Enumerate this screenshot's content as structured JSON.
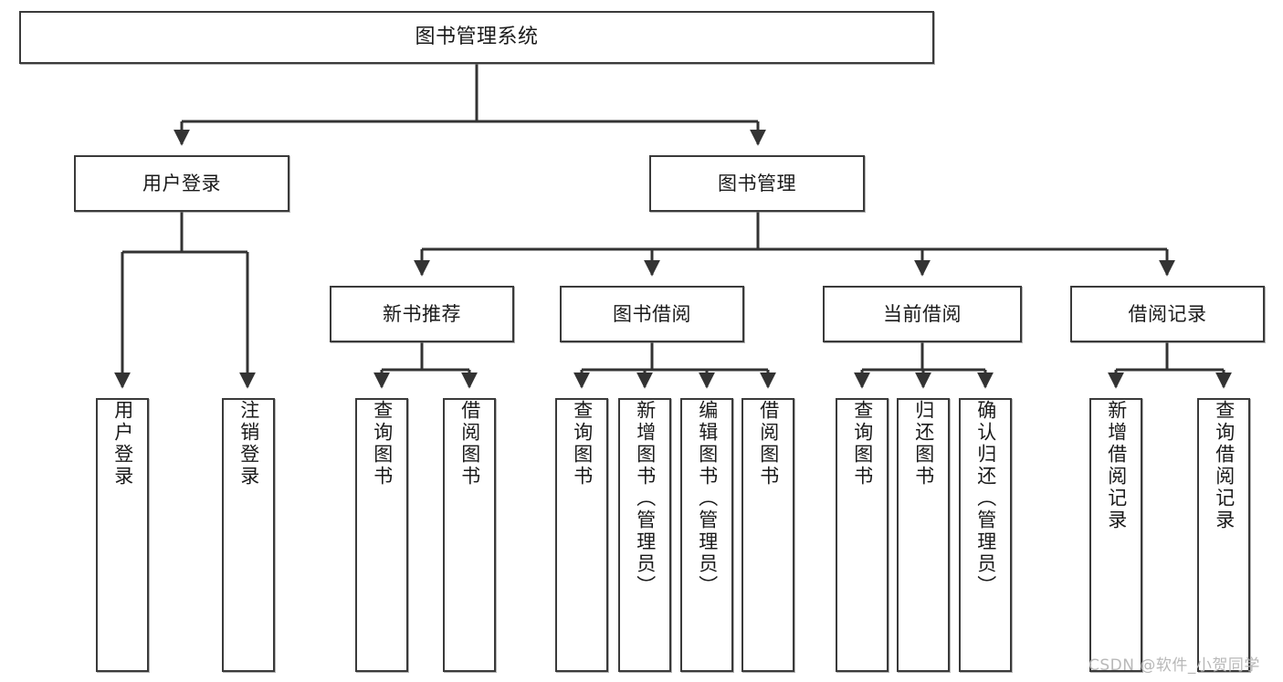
{
  "diagram": {
    "title_node": {
      "label": "图书管理系统"
    },
    "level2": [
      {
        "id": "user-login",
        "label": "用户登录"
      },
      {
        "id": "book-management",
        "label": "图书管理"
      }
    ],
    "level3": [
      {
        "id": "new-book-recommend",
        "label": "新书推荐"
      },
      {
        "id": "book-borrow",
        "label": "图书借阅"
      },
      {
        "id": "current-borrow",
        "label": "当前借阅"
      },
      {
        "id": "borrow-record",
        "label": "借阅记录"
      }
    ],
    "leaves": {
      "user_login": [
        {
          "id": "leaf-user-login",
          "label": "用户登录"
        },
        {
          "id": "leaf-logout-login",
          "label": "注销登录"
        }
      ],
      "new_book_recommend": [
        {
          "id": "leaf-query-book-1",
          "label": "查询图书"
        },
        {
          "id": "leaf-borrow-book-1",
          "label": "借阅图书"
        }
      ],
      "book_borrow": [
        {
          "id": "leaf-query-book-2",
          "label": "查询图书"
        },
        {
          "id": "leaf-add-book",
          "label": "新增图书（管理员）"
        },
        {
          "id": "leaf-edit-book",
          "label": "编辑图书（管理员）"
        },
        {
          "id": "leaf-borrow-book-2",
          "label": "借阅图书"
        }
      ],
      "current_borrow": [
        {
          "id": "leaf-query-book-3",
          "label": "查询图书"
        },
        {
          "id": "leaf-return-book",
          "label": "归还图书"
        },
        {
          "id": "leaf-confirm-return",
          "label": "确认归还（管理员）"
        }
      ],
      "borrow_record": [
        {
          "id": "leaf-add-record",
          "label": "新增借阅记录"
        },
        {
          "id": "leaf-query-record",
          "label": "查询借阅记录"
        }
      ]
    },
    "watermark": {
      "text": "CSDN @软件_小贺同学"
    },
    "colors": {
      "node_border": "#3a3a3a",
      "node_fill": "#ffffff",
      "edge": "#333333",
      "text": "#1a1a1a",
      "watermark": "#b8b8b8",
      "background": "#ffffff"
    }
  }
}
